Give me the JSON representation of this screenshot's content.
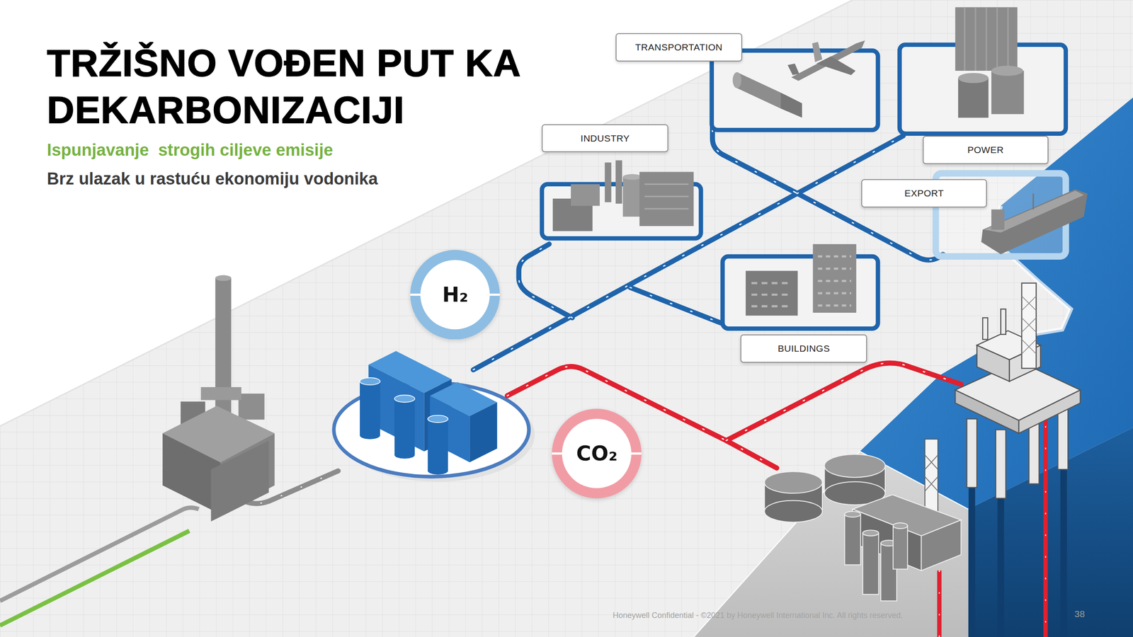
{
  "diagram": {
    "title": "TRŽIŠNO VOĐEN PUT KA DEKARBONIZACIJI",
    "nodes": [
      {
        "text": [
          "TRANSPORTATION"
        ]
      },
      {
        "text": [
          "INDUSTRY"
        ]
      },
      {
        "text": [
          "POWER"
        ]
      },
      {
        "text": [
          "EXPORT"
        ]
      },
      {
        "text": [
          "H₂"
        ]
      },
      {
        "text": [
          "BUILDINGS"
        ]
      },
      {
        "text": [
          "CO₂"
        ]
      }
    ],
    "labels": [
      "Ispunjavanje  strogih ciljeve emisije",
      "Brz ulazak u rastuću ekonomiju vodonika",
      "Honeywell Confidential - ©2021 by Honeywell International Inc. All rights reserved.",
      "38"
    ]
  }
}
